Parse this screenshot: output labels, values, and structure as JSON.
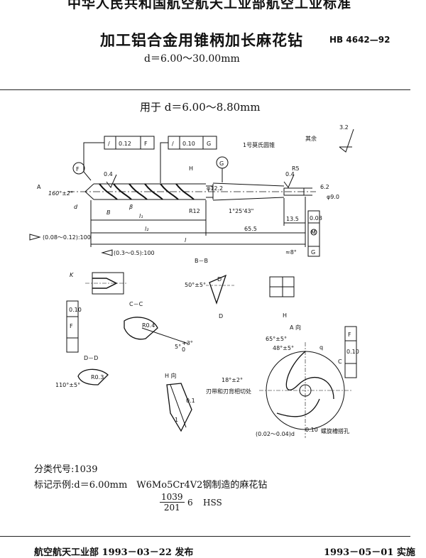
{
  "header": {
    "standard_name": "中华人民共和国航空航天工业部航空工业标准",
    "title": "加工铝合金用锥柄加长麻花钻",
    "standard_code": "HB 4642—92",
    "diameter_range": "d＝6.00～30.00mm"
  },
  "section": {
    "applies_to": "用于 d＝6.00～8.80mm"
  },
  "drawing": {
    "roughness_rest": "其余",
    "roughness_rest_value": "3.2",
    "tol_frame_1": [
      "/",
      "0.12",
      "F"
    ],
    "tol_frame_2": [
      "/",
      "0.10",
      "G"
    ],
    "taper_label": "1号莫氏圆锥",
    "datum_f": "F",
    "datum_g": "G",
    "rough_04_a": "0.4",
    "rough_04_b": "0.4",
    "r5": "R5",
    "h_mark": "H",
    "label_a": "A",
    "angle_160": "160°±2°",
    "dim_d": "d",
    "beta": "β",
    "b_mark": "B",
    "r12": "R12",
    "d122": "φ12.2",
    "taper_angle": "1°25'43\"",
    "dim_62": "6.2",
    "dim_phi9": "φ9.0",
    "dim_l1": "l₁",
    "dim_l2": "l₂",
    "dim_l": "l",
    "dim_655": "65.5",
    "dim_135": "13.5",
    "back_taper": "(0.08～0.12):100",
    "taper_flag": "(0.3～0.5):100",
    "approx_8": "≈8°",
    "side_tol": [
      "0.08",
      "M",
      "G"
    ],
    "k_mark": "K",
    "tol_f_left": [
      "0.10",
      "F"
    ],
    "section_bb": "B－B",
    "angle_50": "50°±5°",
    "d_mark": "D",
    "section_cc": "C－C",
    "r04": "R0.4",
    "angle_5": "5°",
    "angle_5_tol_up": "+3°",
    "angle_5_tol_dn": "0",
    "section_dd": "D－D",
    "angle_110": "110°±5°",
    "r03": "R0.3",
    "angle_18": "18°±2°",
    "h_view": "H 向",
    "h_view_note": "刃带和刃背相切处",
    "dim_01": "0.1",
    "one": "1",
    "a_view": "A 向",
    "angle_65": "65°±5°",
    "angle_48": "48°±5°",
    "q_mark": "q",
    "c_mark": "C",
    "h_mark2": "H",
    "dim_002": "(0.02～0.04)d",
    "dim_010": "0.10",
    "spiral_note": "螺旋槽搭孔",
    "tol_right": [
      "0.10",
      "F"
    ]
  },
  "notes": {
    "classification": "分类代号:1039",
    "marking_example": "标记示例:d＝6.00mm　W6Mo5Cr4V2钢制造的麻花钻",
    "mark_numerator": "1039",
    "mark_denominator": "201",
    "mark_size": "6",
    "mark_material": "HSS"
  },
  "footer": {
    "issuer": "航空航天工业部 1993－03－22 发布",
    "effective": "1993－05－01 实施"
  }
}
